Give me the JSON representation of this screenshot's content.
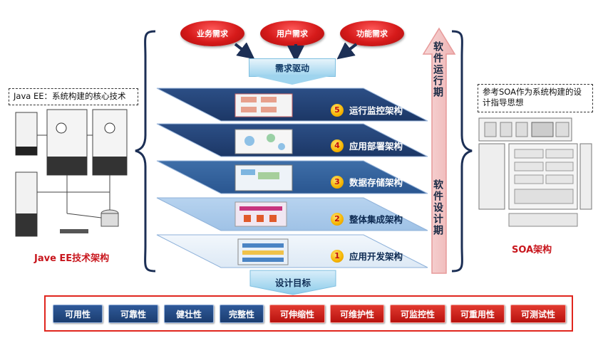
{
  "demands": [
    "业务需求",
    "用户需求",
    "功能需求"
  ],
  "demand_driver": "需求驱动",
  "left_note": "Java EE：系统构建的核心技术",
  "left_caption": "Jave EE技术架构",
  "right_note": "参考SOA作为系统构建的设计指导思想",
  "right_caption": "SOA架构",
  "layers": [
    {
      "num": "5",
      "label": "运行监控架构"
    },
    {
      "num": "4",
      "label": "应用部署架构"
    },
    {
      "num": "3",
      "label": "数据存储架构"
    },
    {
      "num": "2",
      "label": "整体集成架构"
    },
    {
      "num": "1",
      "label": "应用开发架构"
    }
  ],
  "arrow_top_label": "软件运行期",
  "arrow_bottom_label": "软件设计期",
  "goal_title": "设计目标",
  "goals": [
    {
      "label": "可用性",
      "style": "blue"
    },
    {
      "label": "可靠性",
      "style": "blue"
    },
    {
      "label": "健壮性",
      "style": "blue"
    },
    {
      "label": "完整性",
      "style": "blue"
    },
    {
      "label": "可伸缩性",
      "style": "red"
    },
    {
      "label": "可维护性",
      "style": "red"
    },
    {
      "label": "可监控性",
      "style": "red"
    },
    {
      "label": "可重用性",
      "style": "red"
    },
    {
      "label": "可测试性",
      "style": "red"
    }
  ],
  "colors": {
    "accent_red": "#d61a1a",
    "navy": "#1b3d70",
    "light_blue": "#9fd4ee",
    "arrow_pink": "#f3c4c4"
  }
}
